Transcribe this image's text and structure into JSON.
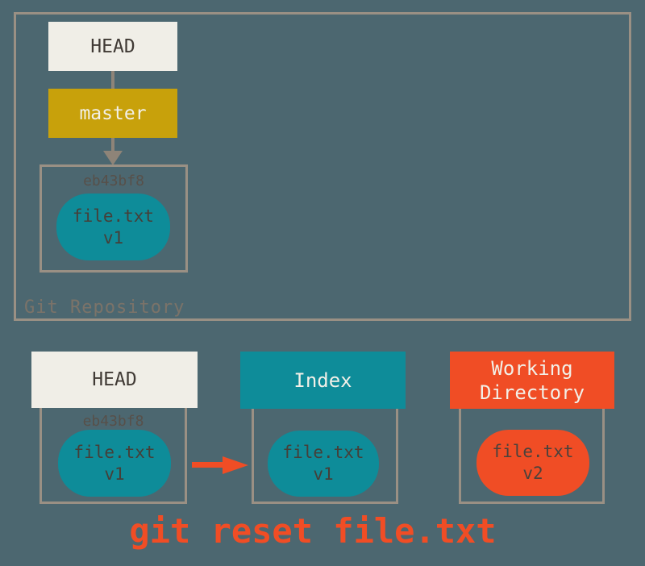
{
  "palette": {
    "background": "#4C6770",
    "cream": "#F0EEE7",
    "gold": "#C8A10B",
    "teal": "#0E8C99",
    "red_orange": "#F04D25",
    "border_tan": "#9A9084",
    "arrow_gray": "#8E8478",
    "dark_text": "#403A35",
    "hash_text": "#57504A",
    "repo_label_text": "#7B7369"
  },
  "repository": {
    "label": "Git Repository",
    "head_ref": "HEAD",
    "branch_ref": "master",
    "commit": {
      "hash": "eb43bf8",
      "file_name": "file.txt",
      "file_version": "v1"
    }
  },
  "bottom": {
    "head": {
      "title": "HEAD",
      "hash": "eb43bf8",
      "file_name": "file.txt",
      "file_version": "v1"
    },
    "index": {
      "title": "Index",
      "file_name": "file.txt",
      "file_version": "v1"
    },
    "working_directory": {
      "title": "Working Directory",
      "file_name": "file.txt",
      "file_version": "v2"
    }
  },
  "command_caption": "git reset file.txt"
}
